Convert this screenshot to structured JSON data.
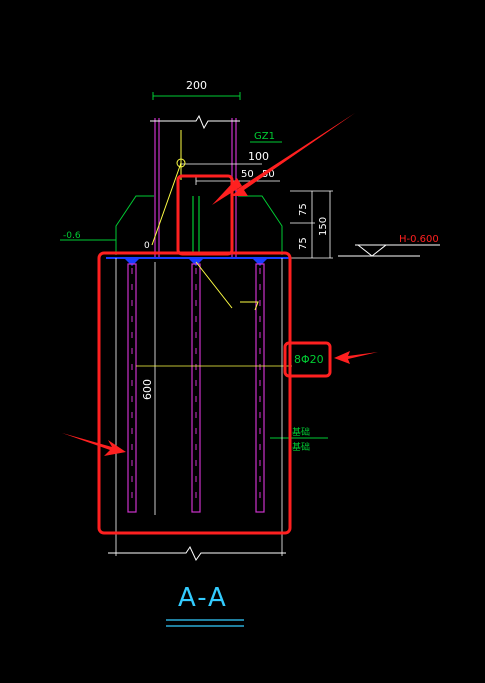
{
  "drawing": {
    "dimensions": {
      "top_width": "200",
      "offset_100": "100",
      "offset_50a": "50",
      "offset_50b": "50",
      "height_75a": "75",
      "height_75b": "75",
      "height_150": "150",
      "left_small_0": "0",
      "depth_600": "600"
    },
    "labels": {
      "column_tag": "GZ1",
      "elevation": "H-0.600",
      "rebar_spec": "8Φ20",
      "left_note": "-0.6",
      "right_note_1": "基础",
      "right_note_2": "基础"
    },
    "section_title": "A-A"
  },
  "colors": {
    "background": "#000000",
    "column_magenta": "#cc33cc",
    "dim_white": "#ffffff",
    "dim_green": "#00cc33",
    "leader_yellow": "#ffff44",
    "annotation_red": "#ff2020",
    "elevation_red": "#ff2020",
    "anchor_blue": "#1a3cff",
    "title_cyan": "#33ccff"
  }
}
